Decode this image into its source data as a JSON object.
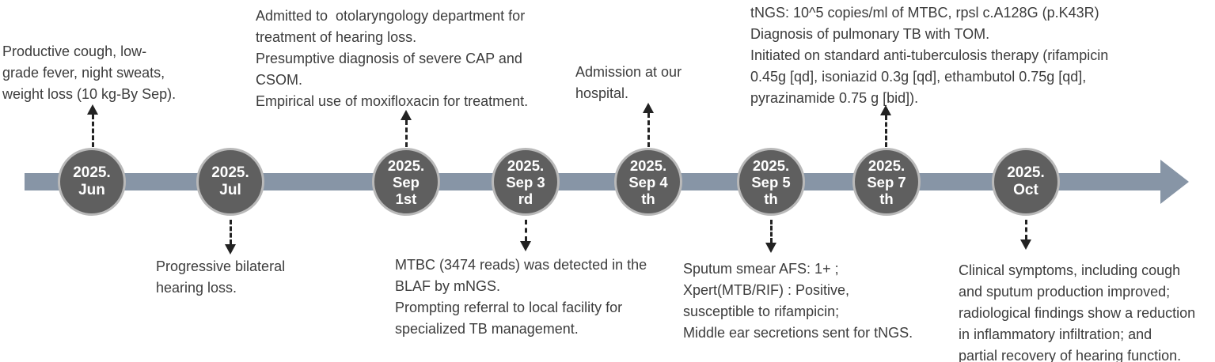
{
  "colors": {
    "bar": "#8795a6",
    "node_fill": "#5f5f5f",
    "node_ring": "#b9b9b9",
    "node_text": "#ffffff",
    "annotation_text": "#3c3c3c",
    "arrow": "#222222"
  },
  "timeline": {
    "nodes": [
      {
        "id": "jun",
        "label": "2025.\nJun"
      },
      {
        "id": "jul",
        "label": "2025.\nJul"
      },
      {
        "id": "sep1",
        "label": "2025.\nSep\n1st"
      },
      {
        "id": "sep3",
        "label": "2025.\nSep 3\nrd"
      },
      {
        "id": "sep4",
        "label": "2025.\nSep 4\nth"
      },
      {
        "id": "sep5",
        "label": "2025.\nSep 5\nth"
      },
      {
        "id": "sep7",
        "label": "2025.\nSep 7\nth"
      },
      {
        "id": "oct",
        "label": "2025.\nOct"
      }
    ]
  },
  "annotations": {
    "top": [
      {
        "node": "jun",
        "text": "Productive cough, low-\ngrade fever, night sweats,\nweight loss (10 kg-By Sep)."
      },
      {
        "node": "sep1",
        "text": "Admitted to  otolaryngology department for\ntreatment of hearing loss.\nPresumptive diagnosis of severe CAP and\nCSOM.\nEmpirical use of moxifloxacin for treatment."
      },
      {
        "node": "sep4",
        "text": "Admission at our\nhospital."
      },
      {
        "node": "sep7",
        "text": "tNGS: 10^5 copies/ml of MTBC, rpsl c.A128G (p.K43R)\nDiagnosis of pulmonary TB with TOM.\nInitiated on standard anti-tuberculosis therapy (rifampicin\n0.45g [qd], isoniazid 0.3g [qd], ethambutol 0.75g [qd],\npyrazinamide 0.75 g [bid])."
      }
    ],
    "bottom": [
      {
        "node": "jul",
        "text": "Progressive bilateral\nhearing loss."
      },
      {
        "node": "sep3",
        "text": "MTBC (3474 reads) was detected in the\nBLAF by mNGS.\nPrompting referral to local facility for\nspecialized TB management."
      },
      {
        "node": "sep5",
        "text": "Sputum smear AFS: 1+ ;\nXpert(MTB/RIF) : Positive,\nsusceptible to rifampicin;\nMiddle ear secretions sent for tNGS."
      },
      {
        "node": "oct",
        "text": "Clinical symptoms, including cough\nand sputum production improved;\nradiological findings show a reduction\nin inflammatory infiltration; and\npartial recovery of hearing function."
      }
    ]
  }
}
